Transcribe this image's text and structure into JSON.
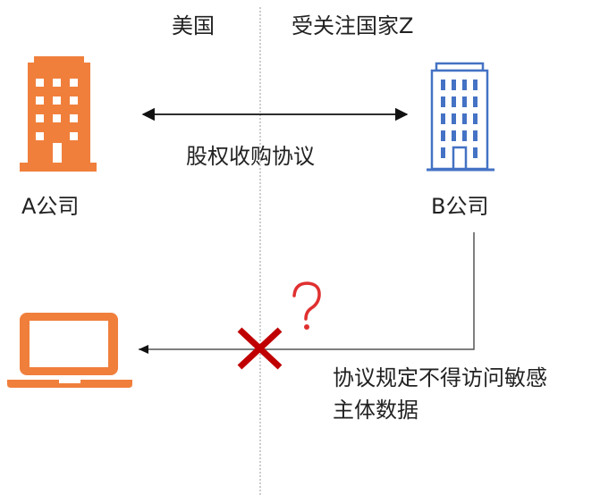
{
  "regions": {
    "left": "美国",
    "right": "受关注国家Z"
  },
  "agreement": {
    "label": "股权收购协议"
  },
  "company_a": {
    "label": "A公司",
    "icon": "office-building-icon",
    "color": "#f07f3c"
  },
  "company_b": {
    "label": "B公司",
    "icon": "office-building-icon",
    "color": "#4472c4"
  },
  "laptop": {
    "icon": "laptop-icon",
    "color": "#f07f3c"
  },
  "blocked": {
    "icon": "red-x-icon",
    "color": "#c00000"
  },
  "question": {
    "icon": "question-mark-icon",
    "color": "#e03030"
  },
  "note": {
    "line1": "协议规定不得访问敏感",
    "line2": "主体数据"
  }
}
